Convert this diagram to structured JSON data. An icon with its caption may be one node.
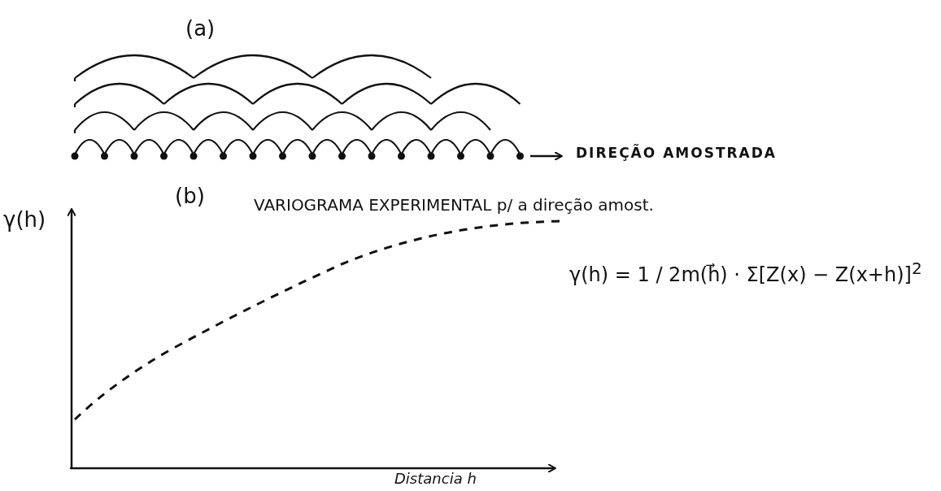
{
  "diagram": {
    "labels": [
      "(a)",
      "DIREÇÃO AMOSTRADA",
      "(b)",
      "VARIOGRAMA EXPERIMENTAL p/ a direção amost.",
      "γ(h)",
      "γ(h) = 1 / 2m(h⃗) · Σ[Z(x) − Z(x+h)]$^{2}$",
      "Distancia h"
    ]
  }
}
